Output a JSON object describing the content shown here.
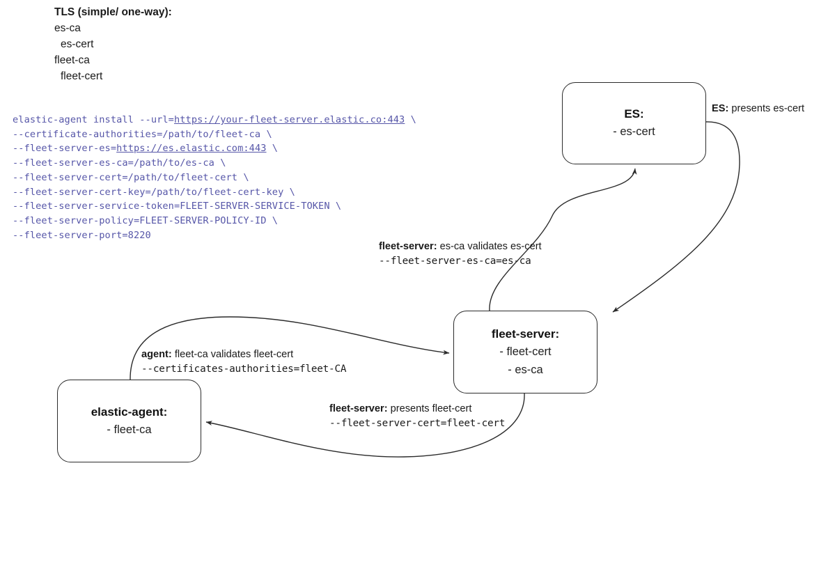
{
  "legend": {
    "title": "TLS (simple/ one-way):",
    "lines": [
      {
        "text": "es-ca",
        "indent": 1
      },
      {
        "text": "es-cert",
        "indent": 2
      },
      {
        "text": "fleet-ca",
        "indent": 1
      },
      {
        "text": "fleet-cert",
        "indent": 2
      }
    ]
  },
  "command": {
    "color": "#5656a8",
    "lines": [
      [
        {
          "t": "elastic-agent install --url=",
          "u": false
        },
        {
          "t": "https://your-fleet-server.elastic.co:443",
          "u": true
        },
        {
          "t": " \\",
          "u": false
        }
      ],
      [
        {
          "t": "--certificate-authorities=/path/to/fleet-ca \\",
          "u": false
        }
      ],
      [
        {
          "t": "--fleet-server-es=",
          "u": false
        },
        {
          "t": "https://es.elastic.com:443",
          "u": true
        },
        {
          "t": " \\",
          "u": false
        }
      ],
      [
        {
          "t": "--fleet-server-es-ca=/path/to/es-ca \\",
          "u": false
        }
      ],
      [
        {
          "t": "--fleet-server-cert=/path/to/fleet-cert \\",
          "u": false
        }
      ],
      [
        {
          "t": "--fleet-server-cert-key=/path/to/fleet-cert-key \\",
          "u": false
        }
      ],
      [
        {
          "t": "--fleet-server-service-token=FLEET-SERVER-SERVICE-TOKEN \\",
          "u": false
        }
      ],
      [
        {
          "t": "--fleet-server-policy=FLEET-SERVER-POLICY-ID \\",
          "u": false
        }
      ],
      [
        {
          "t": "--fleet-server-port=8220",
          "u": false
        }
      ]
    ]
  },
  "nodes": {
    "es": {
      "title": "ES:",
      "lines": [
        "- es-cert"
      ]
    },
    "fleet": {
      "title": "fleet-server:",
      "lines": [
        "- fleet-cert",
        "- es-ca"
      ]
    },
    "agent": {
      "title": "elastic-agent:",
      "lines": [
        "- fleet-ca"
      ]
    }
  },
  "edge_labels": {
    "es_presents": {
      "bold": "ES:",
      "rest": " presents es-cert",
      "mono": ""
    },
    "fs_validates": {
      "bold": "fleet-server:",
      "rest": " es-ca validates es-cert",
      "mono": "--fleet-server-es-ca=es-ca"
    },
    "agent_valid": {
      "bold": "agent:",
      "rest": " fleet-ca validates fleet-cert",
      "mono": "--certificates-authorities=fleet-CA"
    },
    "fs_presents": {
      "bold": "fleet-server:",
      "rest": " presents fleet-cert",
      "mono": "--fleet-server-cert=fleet-cert"
    }
  },
  "style": {
    "stroke": "#2b2b2b",
    "text": "#1a1a1a",
    "background": "#ffffff"
  }
}
